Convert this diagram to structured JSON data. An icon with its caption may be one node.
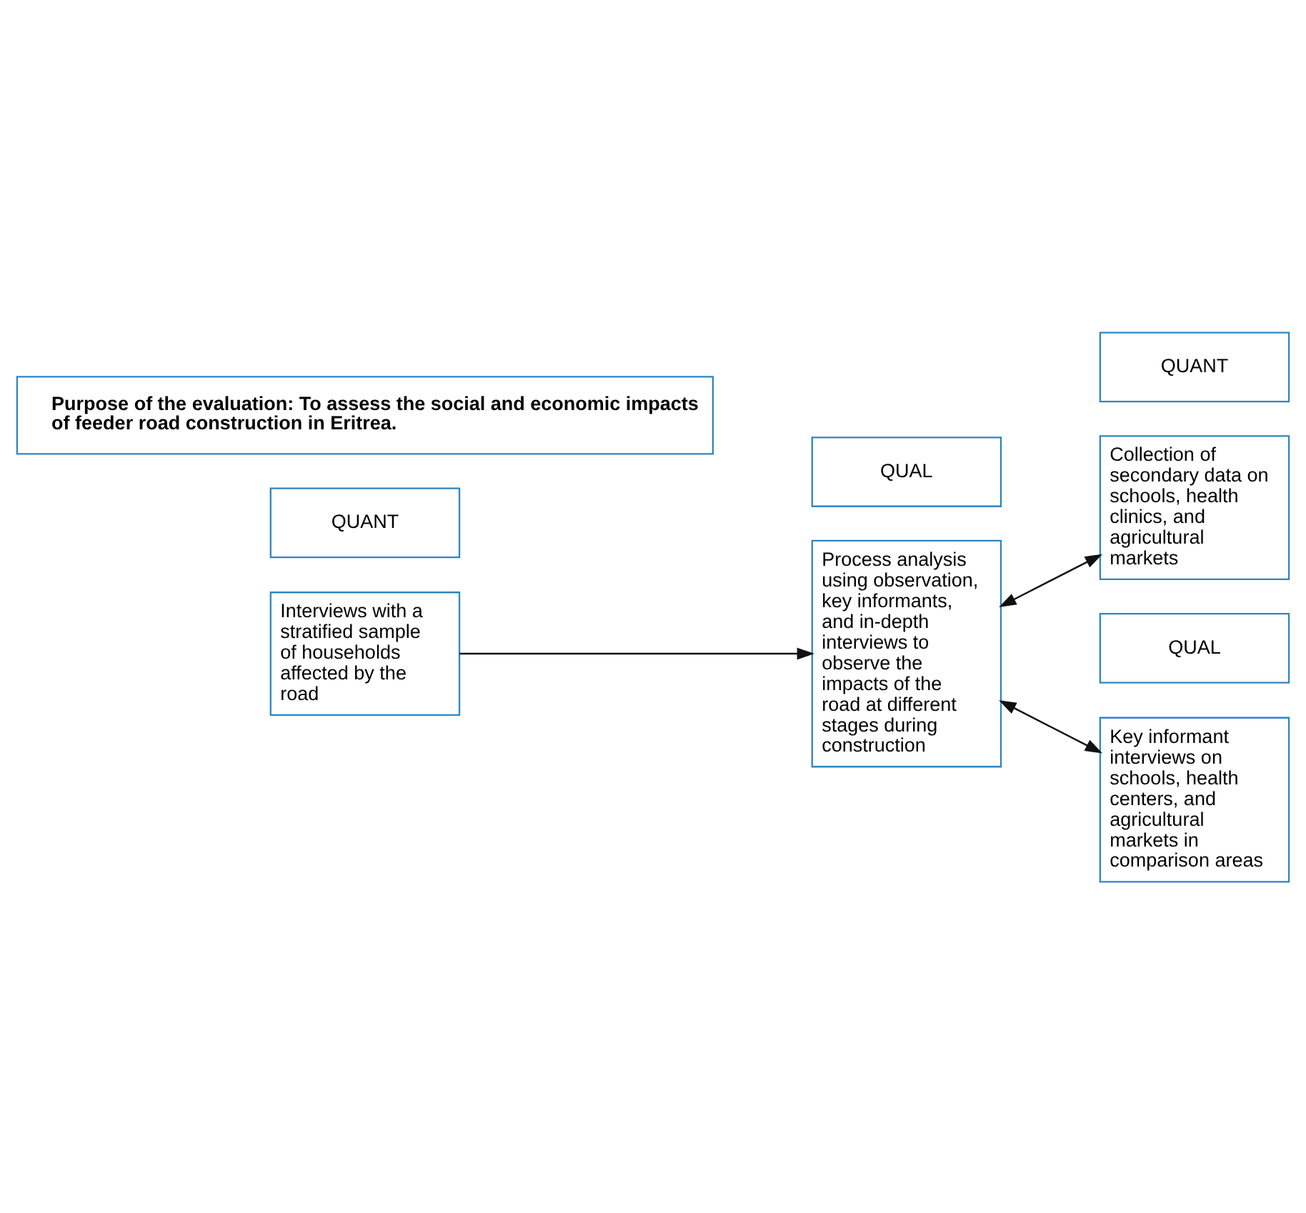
{
  "diagram": {
    "nodes": [
      {
        "text": [
          "Purpose of the evaluation: To assess the social and economic impacts of feeder road construction in Eritrea."
        ]
      },
      {
        "text": [
          "QUANT"
        ]
      },
      {
        "text": [
          "Interviews with a stratified sample of households affected by the road"
        ]
      },
      {
        "text": [
          "QUAL"
        ]
      },
      {
        "text": [
          "Process analysis using observation, key informants, and in-depth interviews to observe the impacts of the road at different stages during construction"
        ]
      },
      {
        "text": [
          "QUANT"
        ]
      },
      {
        "text": [
          "Collection of secondary data on schools, health clinics, and agricultural markets"
        ]
      },
      {
        "text": [
          "QUAL"
        ]
      },
      {
        "text": [
          "Key informant interviews on schools, health centers, and agricultural markets in comparison areas"
        ]
      }
    ],
    "edges": [
      {
        "from": 2,
        "to": 4,
        "arrow": "to"
      },
      {
        "from": 4,
        "to": 6,
        "arrow": "both"
      },
      {
        "from": 4,
        "to": 8,
        "arrow": "both"
      }
    ]
  }
}
